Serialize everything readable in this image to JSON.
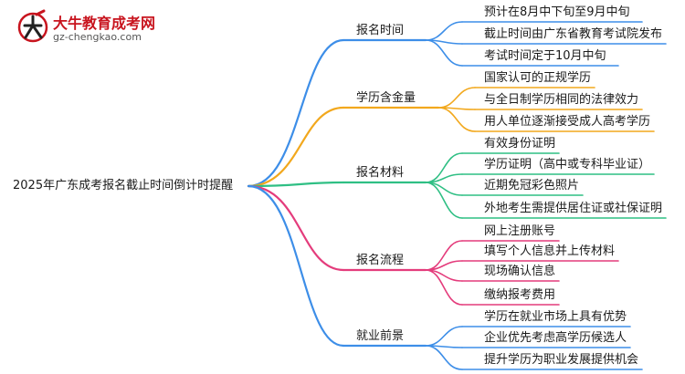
{
  "logo": {
    "title": "大牛教育成考网",
    "url": "gz-chengkao.com"
  },
  "root": "2025年广东成考报名截止时间倒计时提醒",
  "branches": [
    {
      "label": "报名时间",
      "color": "#3d8ee8",
      "leaves": [
        "预计在8月中下旬至9月中旬",
        "截止时间由广东省教育考试院发布",
        "考试时间定于10月中旬"
      ]
    },
    {
      "label": "学历含金量",
      "color": "#f2a81d",
      "leaves": [
        "国家认可的正规学历",
        "与全日制学历相同的法律效力",
        "用人单位逐渐接受成人高考学历"
      ]
    },
    {
      "label": "报名材料",
      "color": "#2fbf84",
      "leaves": [
        "有效身份证明",
        "学历证明（高中或专科毕业证）",
        "近期免冠彩色照片",
        "外地考生需提供居住证或社保证明"
      ]
    },
    {
      "label": "报名流程",
      "color": "#e43c7c",
      "leaves": [
        "网上注册账号",
        "填写个人信息并上传材料",
        "现场确认信息",
        "缴纳报考费用"
      ]
    },
    {
      "label": "就业前景",
      "color": "#3d8ee8",
      "leaves": [
        "学历在就业市场上具有优势",
        "企业优先考虑高学历候选人",
        "提升学历为职业发展提供机会"
      ]
    }
  ]
}
